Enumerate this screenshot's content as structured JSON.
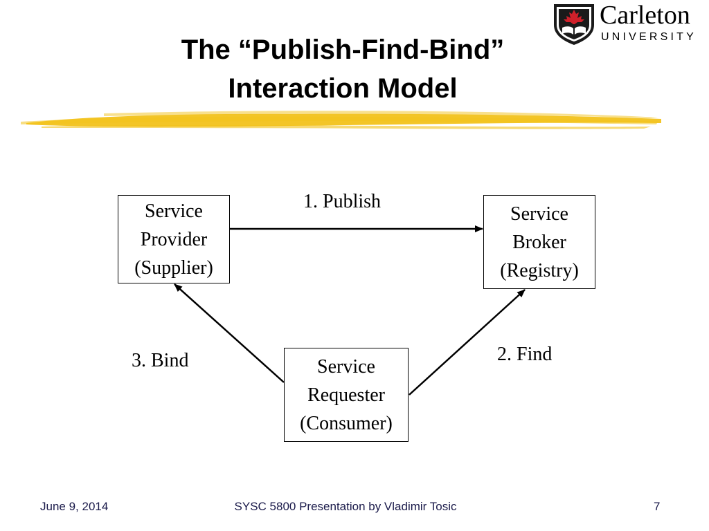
{
  "slide": {
    "title_line1": "The “Publish-Find-Bind”",
    "title_line2": "Interaction Model"
  },
  "logo": {
    "name": "Carleton",
    "subtitle": "UNIVERSITY",
    "colors": {
      "shield": "#1a1a1a",
      "leaf": "#d0202a",
      "book": "#ffffff"
    }
  },
  "highlight_color": "#f2c21b",
  "diagram": {
    "nodes": {
      "provider": {
        "lines": [
          "Service",
          "Provider",
          "(Supplier)"
        ]
      },
      "broker": {
        "lines": [
          "Service",
          "Broker",
          "(Registry)"
        ]
      },
      "requester": {
        "lines": [
          "Service",
          "Requester",
          "(Consumer)"
        ]
      }
    },
    "edges": {
      "publish": {
        "label": "1. Publish",
        "from": "provider",
        "to": "broker"
      },
      "find": {
        "label": "2. Find",
        "from": "requester",
        "to": "broker"
      },
      "bind": {
        "label": "3. Bind",
        "from": "requester",
        "to": "provider"
      }
    }
  },
  "footer": {
    "date": "June 9, 2014",
    "title": "SYSC 5800 Presentation by Vladimir Tosic",
    "page": "7"
  }
}
